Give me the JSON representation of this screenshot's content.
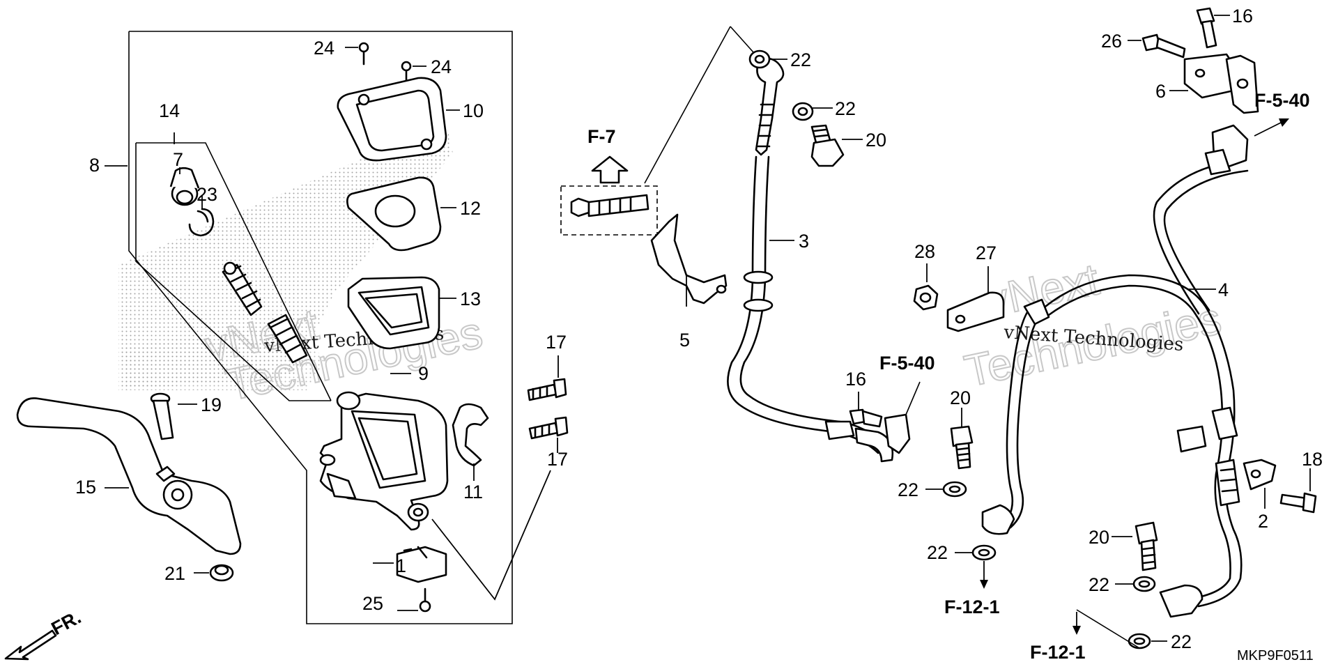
{
  "callouts": {
    "c1": "1",
    "c2": "2",
    "c3": "3",
    "c4": "4",
    "c5": "5",
    "c6": "6",
    "c7": "7",
    "c8": "8",
    "c9": "9",
    "c10": "10",
    "c11": "11",
    "c12": "12",
    "c13": "13",
    "c14": "14",
    "c15": "15",
    "c16a": "16",
    "c16b": "16",
    "c17a": "17",
    "c17b": "17",
    "c18": "18",
    "c19": "19",
    "c20a": "20",
    "c20b": "20",
    "c20c": "20",
    "c21": "21",
    "c22a": "22",
    "c22b": "22",
    "c22c": "22",
    "c22d": "22",
    "c22e": "22",
    "c22f": "22",
    "c23": "23",
    "c24a": "24",
    "c24b": "24",
    "c25": "25",
    "c26": "26",
    "c27": "27",
    "c28": "28"
  },
  "references": {
    "f7": "F-7",
    "f540a": "F-5-40",
    "f540b": "F-5-40",
    "f121a": "F-12-1",
    "f121b": "F-12-1",
    "front": "FR."
  },
  "watermark": {
    "brand": "vNext",
    "company": "Technologies",
    "line": "vNext Technologies"
  },
  "diagram_code": "MKP9F0511"
}
